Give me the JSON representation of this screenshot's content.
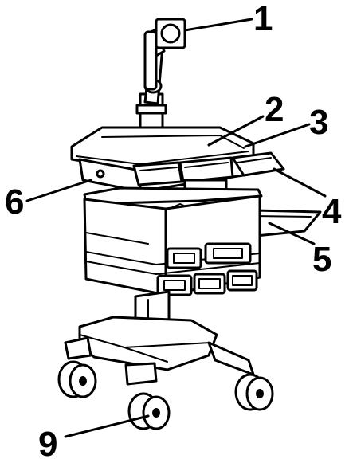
{
  "figure": {
    "callouts": [
      {
        "id": "1",
        "label": "1"
      },
      {
        "id": "2",
        "label": "2"
      },
      {
        "id": "3",
        "label": "3"
      },
      {
        "id": "4",
        "label": "4"
      },
      {
        "id": "5",
        "label": "5"
      },
      {
        "id": "6",
        "label": "6"
      },
      {
        "id": "9",
        "label": "9"
      }
    ]
  }
}
